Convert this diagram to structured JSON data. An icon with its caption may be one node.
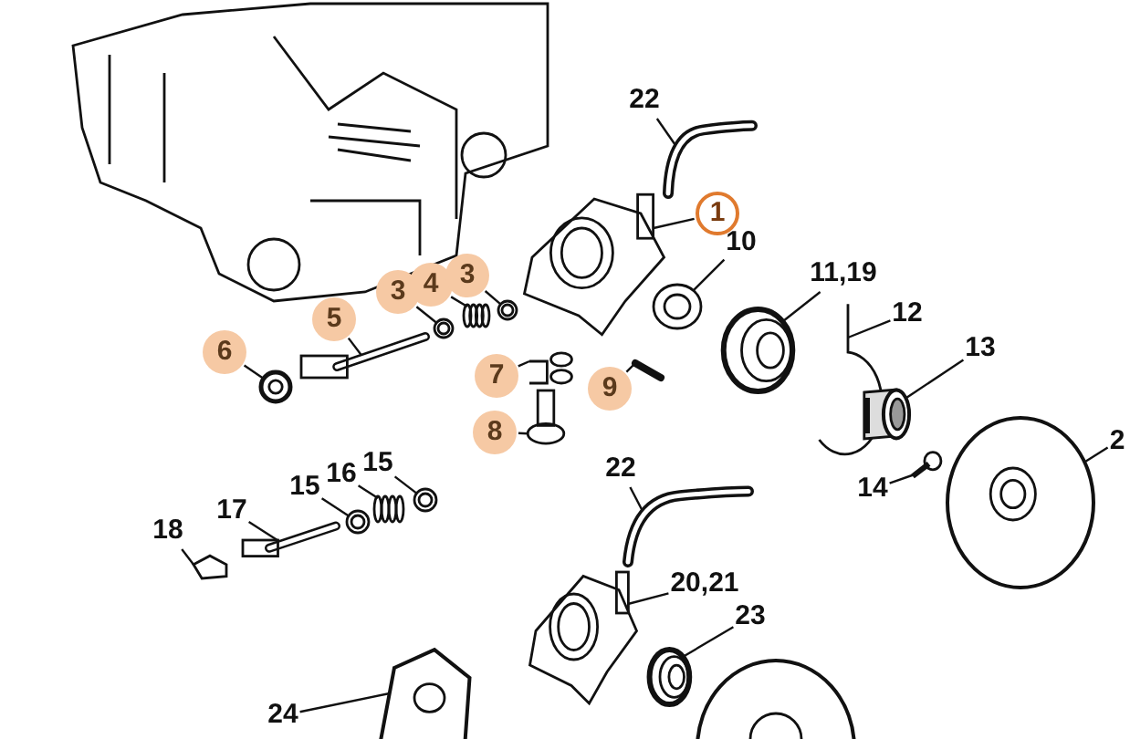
{
  "diagram": {
    "nodes": [
      {
        "text": [
          "22"
        ]
      },
      {
        "text": [
          "1"
        ]
      },
      {
        "text": [
          "10"
        ]
      },
      {
        "text": [
          "11,19"
        ]
      },
      {
        "text": [
          "12"
        ]
      },
      {
        "text": [
          "13"
        ]
      },
      {
        "text": [
          "2"
        ]
      },
      {
        "text": [
          "14"
        ]
      },
      {
        "text": [
          "3"
        ]
      },
      {
        "text": [
          "4"
        ]
      },
      {
        "text": [
          "3"
        ]
      },
      {
        "text": [
          "5"
        ]
      },
      {
        "text": [
          "6"
        ]
      },
      {
        "text": [
          "7"
        ]
      },
      {
        "text": [
          "9"
        ]
      },
      {
        "text": [
          "8"
        ]
      },
      {
        "text": [
          "15"
        ]
      },
      {
        "text": [
          "16"
        ]
      },
      {
        "text": [
          "15"
        ]
      },
      {
        "text": [
          "17"
        ]
      },
      {
        "text": [
          "18"
        ]
      },
      {
        "text": [
          "22"
        ]
      },
      {
        "text": [
          "20,21"
        ]
      },
      {
        "text": [
          "23"
        ]
      },
      {
        "text": [
          "24"
        ]
      },
      {
        "text": [],
        "shape": "picture"
      },
      {
        "text": [],
        "shape": "picture"
      },
      {
        "text": [],
        "shape": "picture"
      },
      {
        "text": [],
        "shape": "picture"
      },
      {
        "text": [],
        "shape": "picture"
      },
      {
        "text": [],
        "shape": "picture"
      },
      {
        "text": [],
        "shape": "picture"
      },
      {
        "text": [],
        "shape": "picture"
      },
      {
        "text": [],
        "shape": "picture"
      },
      {
        "text": [],
        "shape": "picture"
      },
      {
        "text": [],
        "shape": "picture"
      },
      {
        "text": [],
        "shape": "picture"
      },
      {
        "text": [],
        "shape": "picture"
      },
      {
        "text": [],
        "shape": "picture"
      },
      {
        "text": [],
        "shape": "picture"
      },
      {
        "text": [],
        "shape": "picture"
      },
      {
        "text": [],
        "shape": "picture"
      },
      {
        "text": [],
        "shape": "picture"
      },
      {
        "text": [],
        "shape": "picture"
      },
      {
        "text": [],
        "shape": "picture"
      },
      {
        "text": [],
        "shape": "picture"
      },
      {
        "text": [],
        "shape": "picture"
      },
      {
        "text": [],
        "shape": "picture"
      },
      {
        "text": [],
        "shape": "picture"
      },
      {
        "text": [],
        "shape": "picture"
      }
    ],
    "edges": [
      {
        "from": 0,
        "to": 25,
        "arrow": "none"
      },
      {
        "from": 1,
        "to": 26,
        "arrow": "none"
      },
      {
        "from": 2,
        "to": 27,
        "arrow": "none"
      },
      {
        "from": 3,
        "to": 28,
        "arrow": "none"
      },
      {
        "from": 4,
        "to": 29,
        "arrow": "none"
      },
      {
        "from": 5,
        "to": 30,
        "arrow": "none"
      },
      {
        "from": 6,
        "to": 31,
        "arrow": "none"
      },
      {
        "from": 7,
        "to": 32,
        "arrow": "none"
      },
      {
        "from": 8,
        "to": 33,
        "arrow": "none"
      },
      {
        "from": 9,
        "to": 34,
        "arrow": "none"
      },
      {
        "from": 10,
        "to": 35,
        "arrow": "none"
      },
      {
        "from": 11,
        "to": 36,
        "arrow": "none"
      },
      {
        "from": 12,
        "to": 37,
        "arrow": "none"
      },
      {
        "from": 13,
        "to": 38,
        "arrow": "none"
      },
      {
        "from": 14,
        "to": 39,
        "arrow": "none"
      },
      {
        "from": 15,
        "to": 40,
        "arrow": "none"
      },
      {
        "from": 16,
        "to": 41,
        "arrow": "none"
      },
      {
        "from": 17,
        "to": 42,
        "arrow": "none"
      },
      {
        "from": 18,
        "to": 43,
        "arrow": "none"
      },
      {
        "from": 19,
        "to": 44,
        "arrow": "none"
      },
      {
        "from": 20,
        "to": 45,
        "arrow": "none"
      },
      {
        "from": 21,
        "to": 46,
        "arrow": "none"
      },
      {
        "from": 22,
        "to": 47,
        "arrow": "none"
      },
      {
        "from": 23,
        "to": 48,
        "arrow": "none"
      },
      {
        "from": 24,
        "to": 49,
        "arrow": "none"
      }
    ]
  }
}
